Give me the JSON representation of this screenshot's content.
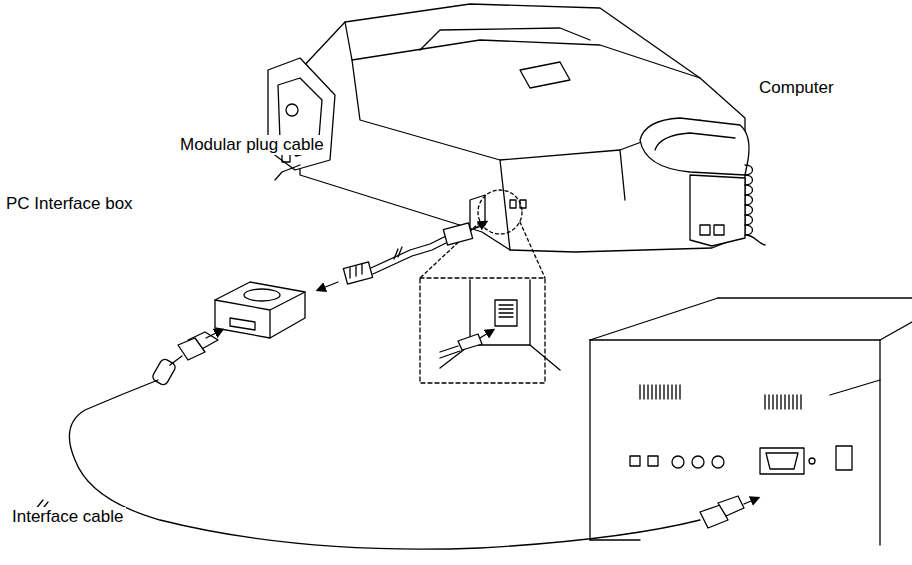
{
  "diagram": {
    "labels": [
      "Modular plug cable",
      "PC Interface box",
      "Computer",
      "Interface cable"
    ]
  }
}
